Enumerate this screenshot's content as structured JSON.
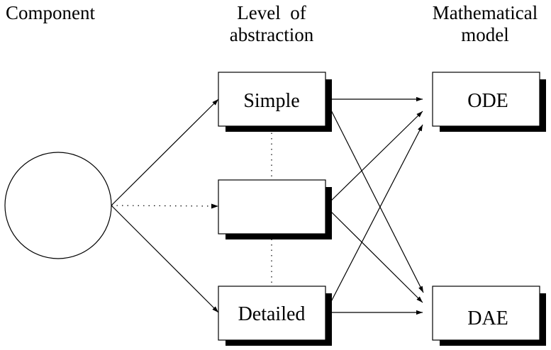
{
  "headers": {
    "component": "Component",
    "level_line1": "Level  of",
    "level_line2": "abstraction",
    "math_line1": "Mathematical",
    "math_line2": "model"
  },
  "abstraction_levels": {
    "simple": "Simple",
    "middle": "",
    "detailed": "Detailed"
  },
  "models": {
    "ode": "ODE",
    "dae": "DAE"
  }
}
